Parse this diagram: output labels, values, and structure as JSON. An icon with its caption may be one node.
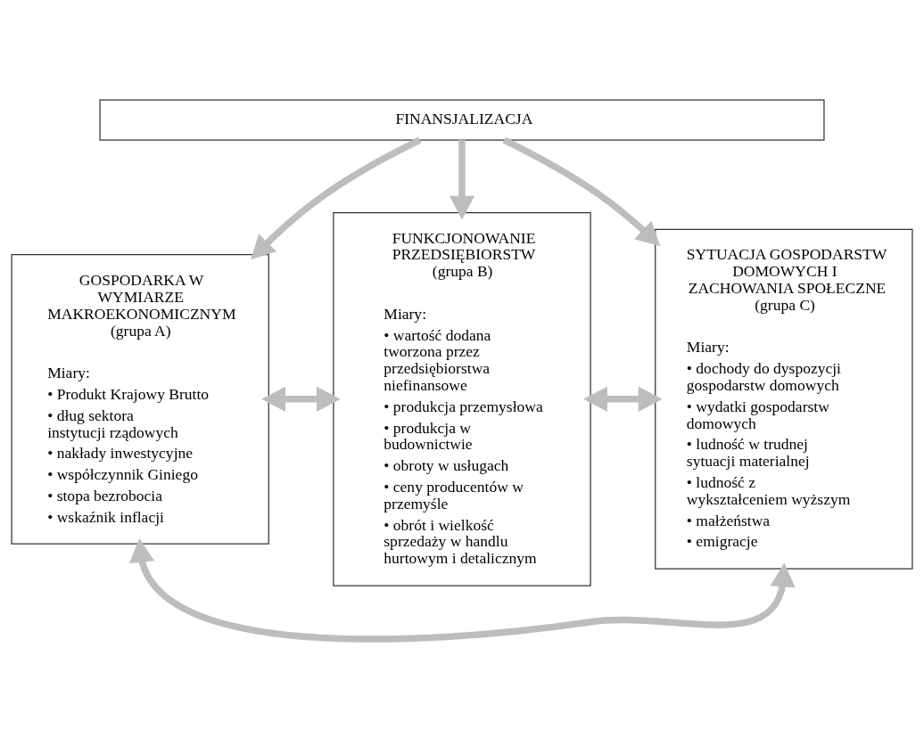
{
  "diagram": {
    "nodes": [
      {
        "text": [
          "FINANSJALIZACJA"
        ]
      },
      {
        "text": [
          "GOSPODARKA W WYMIARZE MAKROEKONOMICZNYM (grupa A)",
          "Miary:",
          "• Produkt Krajowy Brutto",
          "• dług sektora instytucji rządowych",
          "• nakłady inwestycyjne",
          "• współczynnik Giniego",
          "• stopa bezrobocia",
          "• wskaźnik inflacji"
        ]
      },
      {
        "text": [
          "FUNKCJONOWANIE PRZEDSIĘBIORSTW (grupa B)",
          "Miary:",
          "• wartość dodana tworzona przez przedsiębiorstwa niefinansowe",
          "• produkcja przemysłowa",
          "• produkcja w budownictwie",
          "• obroty w usługach",
          "• ceny producentów w przemyśle",
          "• obrót i wielkość sprzedaży w handlu hurtowym i detalicznym"
        ]
      },
      {
        "text": [
          "SYTUACJA GOSPODARSTW DOMOWYCH I ZACHOWANIA SPOŁECZNE (grupa C)",
          "Miary:",
          "• dochody do dyspozycji gospodarstw domowych",
          "• wydatki gospodarstw domowych",
          "• ludność w trudnej sytuacji materialnej",
          "• ludność z wykształceniem wyższym",
          "• małżeństwa",
          "• emigracje"
        ]
      }
    ],
    "edges": [
      {
        "from": 0,
        "to": 1,
        "arrow": "to"
      },
      {
        "from": 0,
        "to": 2,
        "arrow": "to"
      },
      {
        "from": 0,
        "to": 3,
        "arrow": "to"
      },
      {
        "from": 1,
        "to": 2,
        "arrow": "both"
      },
      {
        "from": 2,
        "to": 3,
        "arrow": "both"
      },
      {
        "from": 1,
        "to": 3,
        "arrow": "both"
      }
    ]
  }
}
